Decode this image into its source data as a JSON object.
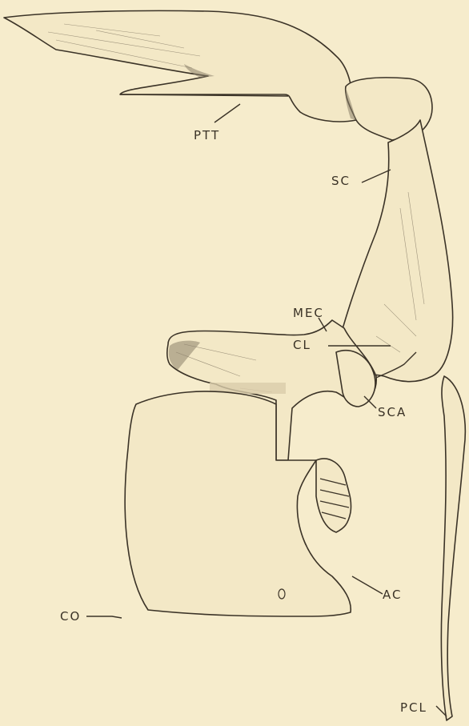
{
  "labels": {
    "ptt": "PTT",
    "sc": "SC",
    "cl": "CL",
    "mec": "MEC",
    "sca": "SCA",
    "co": "CO",
    "ac": "AC",
    "pcl": "PCL"
  }
}
